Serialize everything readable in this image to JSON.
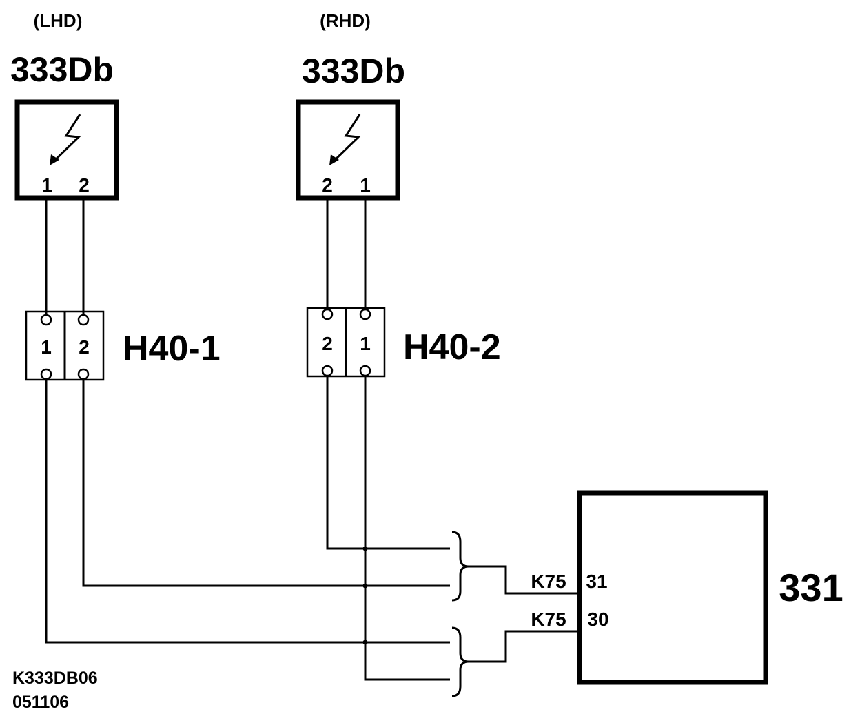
{
  "lhd_sensor": {
    "variant": "(LHD)",
    "name": "333Db",
    "pins": [
      "1",
      "2"
    ]
  },
  "rhd_sensor": {
    "variant": "(RHD)",
    "name": "333Db",
    "pins": [
      "2",
      "1"
    ]
  },
  "connector_lhd": {
    "name": "H40-1",
    "pins": [
      "1",
      "2"
    ]
  },
  "connector_rhd": {
    "name": "H40-2",
    "pins": [
      "2",
      "1"
    ]
  },
  "control_unit": {
    "name": "331",
    "terminals": [
      {
        "connector": "K75",
        "pin": "31"
      },
      {
        "connector": "K75",
        "pin": "30"
      }
    ]
  },
  "drawing_code": {
    "id": "K333DB06",
    "date": "051106"
  }
}
